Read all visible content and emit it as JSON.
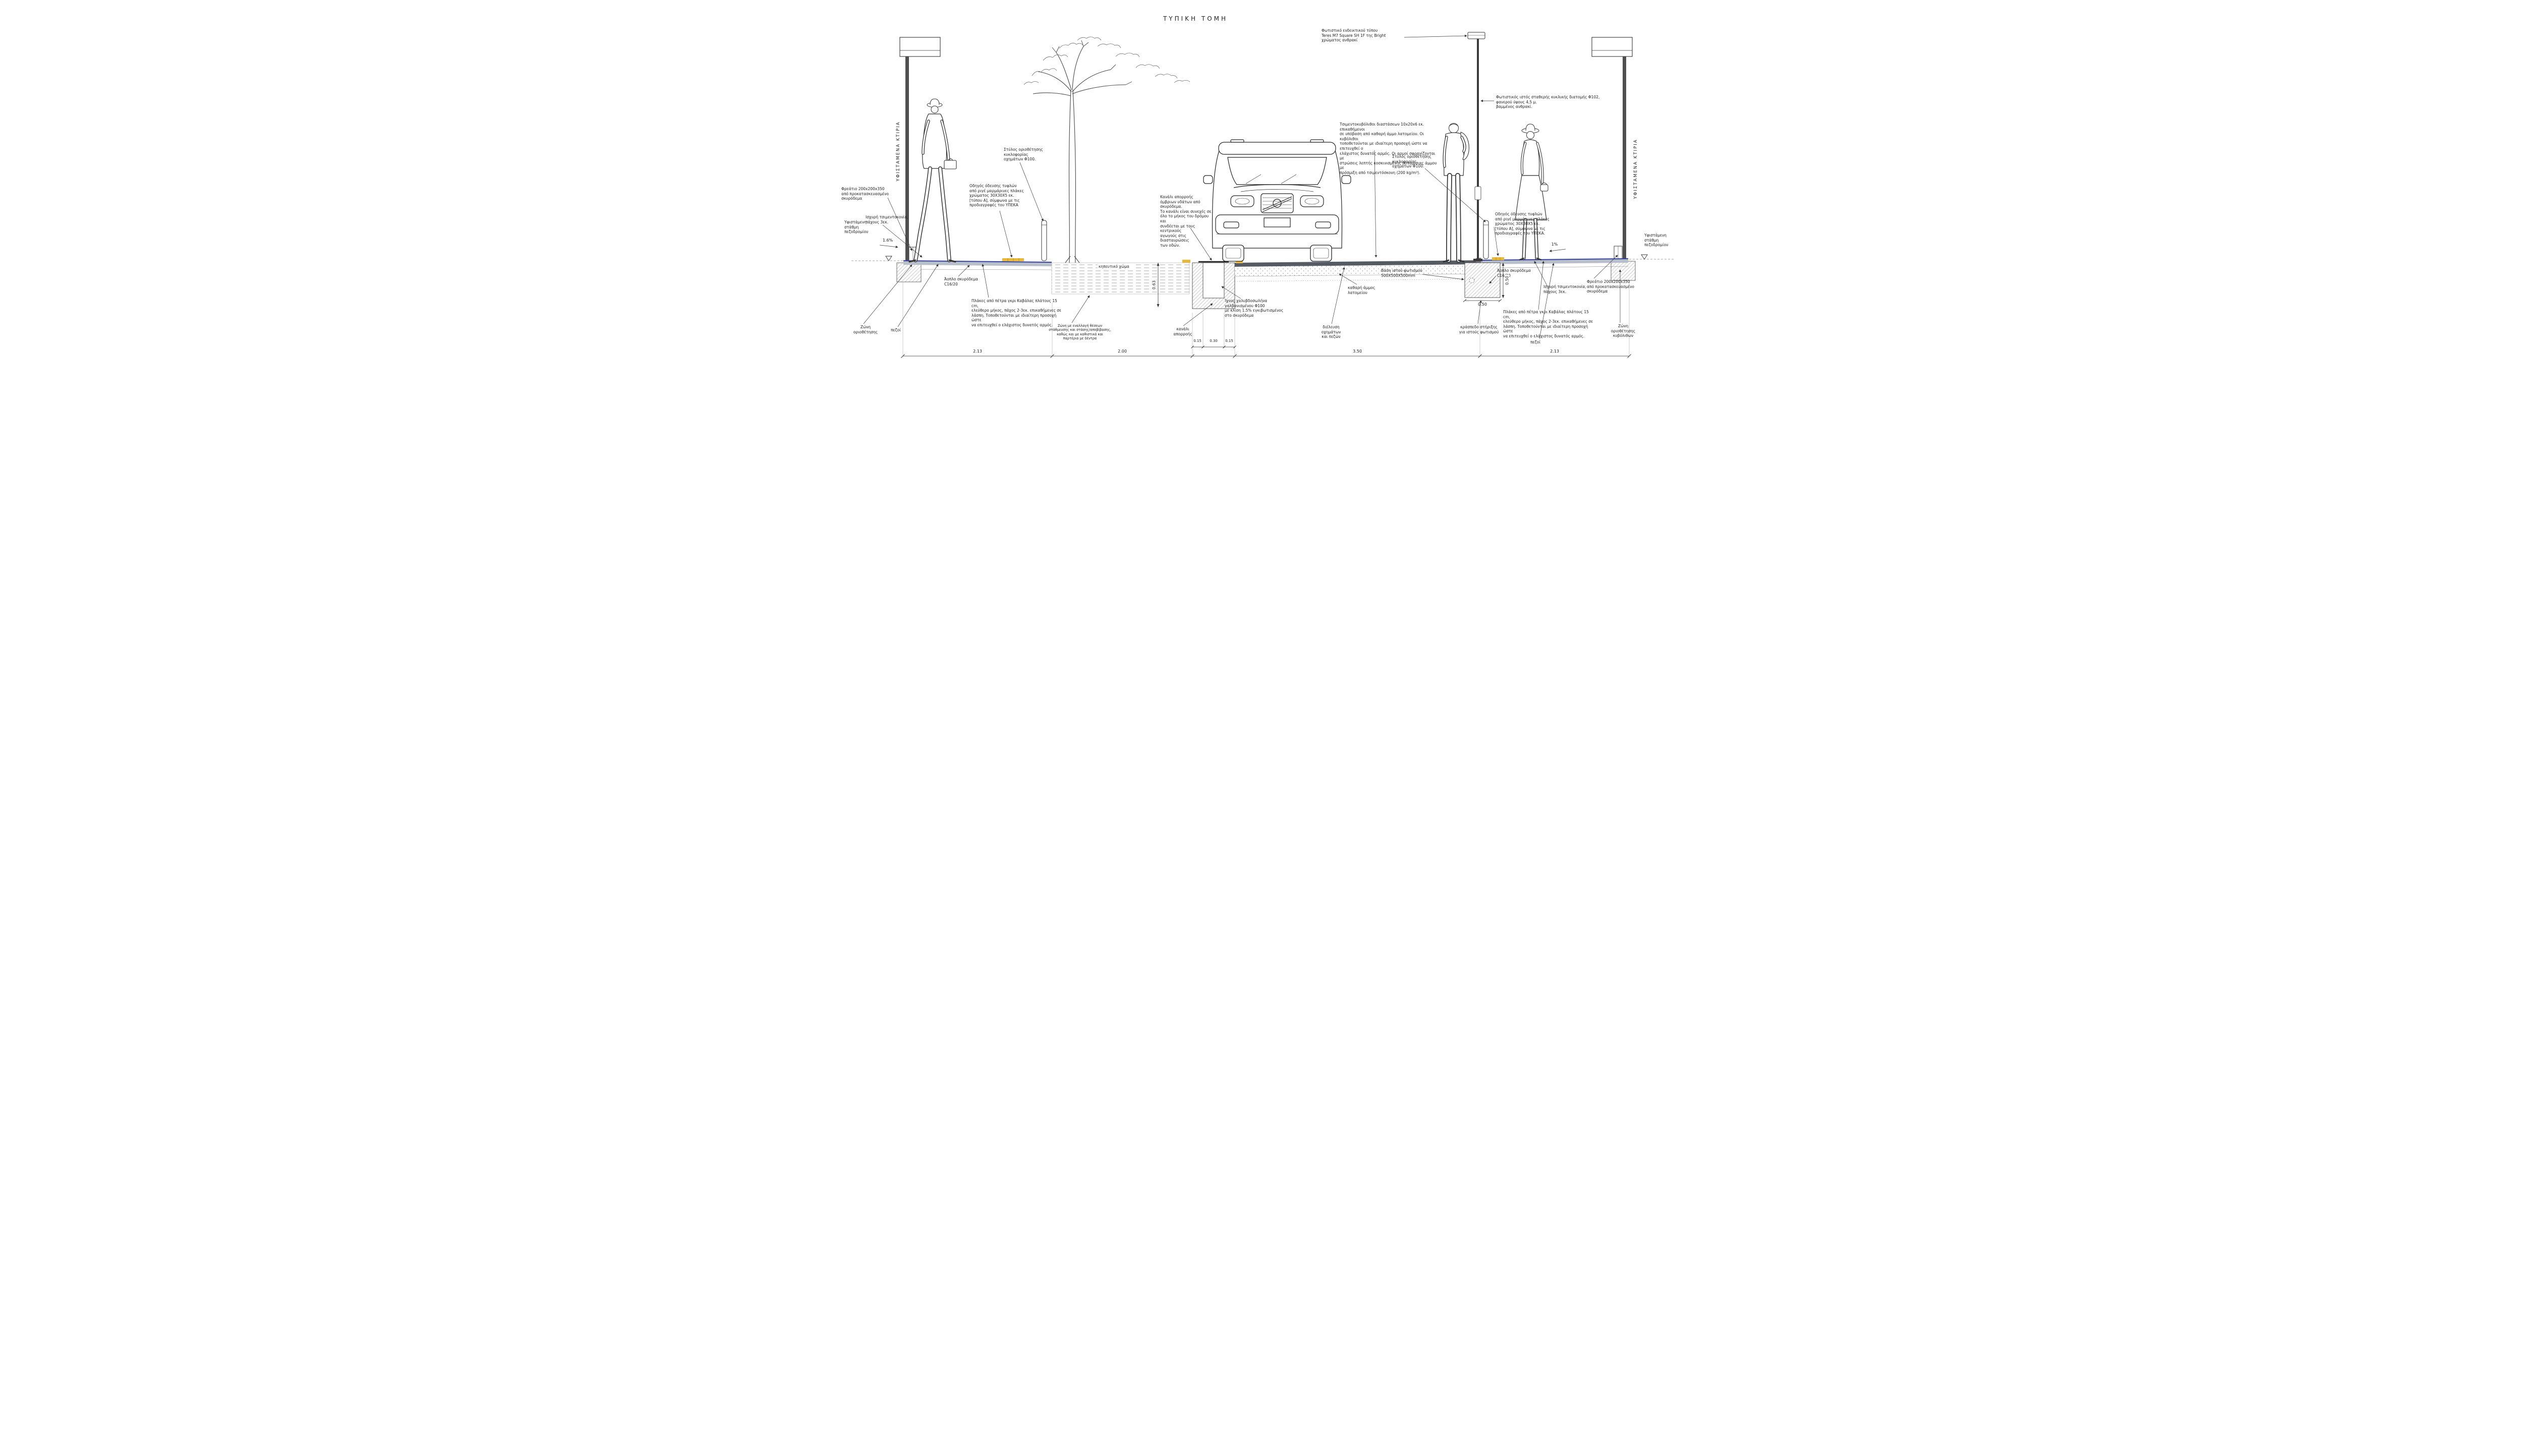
{
  "title": "ΤΥΠΙΚΗ ΤΟΜΗ",
  "buildings": {
    "left_label": "ΥΦΙΣΤΑΜΕΝΑ ΚΤΙΡΙΑ",
    "right_label": "ΥΦΙΣΤΑΜΕΝΑ ΚΤΙΡΙΑ"
  },
  "ann": {
    "level_left": "Υφιστάμενη\nστάθμη\nπεζοδρομίου",
    "manhole_left": "Φρεάτιο 200x200x350\nαπό προκατασκευασμένο\nσκυρόδεμα",
    "mortar_left": "Ισχυρή τσιμεντοκονία,\nπάχους 3εκ.",
    "bollard_left": "Στύλος οριοθέτησης\nκυκλοφορίας\nοχημάτων Φ100.",
    "tactile_left": "Οδηγός όδευσης τυφλών\nαπό ριγέ μαρμάρινες πλάκες\nχρώματος 30X30X5 εκ.\n[τύπου Α], σύμφωνα με τις\nπροδιαγραφές του ΥΠΕΚΑ",
    "concrete_left": "Άοπλο σκυρόδεμα\nC16/20",
    "slabs_left": "Πλάκες από πέτρα γκρι Καβάλας  πλάτους 15 cm,\nελεύθερο μήκος, πάχος 2-3εκ.  επικαθήμενες σε\nλάσπη. Τοποθετούνται με ιδιαίτερη προσοχή ώστε\nνα επιτευχθεί ο ελάχιστος δυνατός αρμός.",
    "zone_edge_left": "Ζώνη\nοριοθέτησης",
    "pedestrians_left": "πεζοί",
    "zone_mixed": "Ζώνη με εναλλαγή θέσεων\nστάθμευσης και στάσης/αποβίβασης,\nκαθώς και με καθιστικά και\nπαρτέρια με δέντρα",
    "soil": "κηπευτικό χώμα",
    "channel_note": "Κανάλι απορροής\nόμβριων υδάτων από\nσκυρόδεμα.\nΤο κανάλι είναι συνεχές σε\nόλο το μήκος του δρόμου και\nσυνδέεται με τους κεντρικούς\nαγωγούς στις διασταυρώσεις\nτων οδών.",
    "channel_label": "κανάλι\nαπορροής",
    "pipe_note": "Ίχνος χαλυβδοσωλήνα\nγαλβανισμένου Φ100\nμε κλίση 1.5% εγκιβωτισμένος\nστο σκυρόδεμα",
    "traffic_zone": "διέλευση\nοχημάτων\nκαι πεζών",
    "sand": "καθαρή άμμος\nλατομείου",
    "luminaire": "Φωτιστικό ενδεικτικού τύπου\nTeres M7 Square SH 1F της Bright\nχρώματος ανθρακί",
    "pole": "Φωτιστικός ιστός σταθερής  κυκλικής διατομής  Φ102,\nφανερού  ύψους  4,5  μ.\nβαμμένος ανθρακί.",
    "pavers": "Τσιμεντοκυβόλιθοι διαστάσεων 10x20x6 εκ.  επικαθήμενοι\nσε υπόβαση από καθαρή άμμο λατομείου. Οι κυβόλιθοι\nτοποθετούνται με ιδιαίτερη προσοχή ώστε να επιτευχθεί ο\nελάχιστος δυνατός αρμός. Οι αρμοί σφραγίζονται με\nστρώσεις λεπτής κοσκινισμένης ποταμίσιας άμμου με\nπρόσμιξη από τσιμεντόσκονη (200 kg/m³).",
    "bollard_right": "Στύλος οριοθέτησης\nκυκλοφορίας\nοχημάτων Φ100.",
    "tactile_right": "Οδηγός όδευσης τυφλών\nαπό ριγέ μαρμάρινες πλάκες\nχρώματος 30X30X5 εκ.\n[τύπου Α], σύμφωνα με τις\nπροδιαγραφές του ΥΠΕΚΑ.",
    "pole_base": "Βάση ιστού φωτισμού\n500X500X500mm",
    "concrete_right": "Άοπλο σκυρόδεμα\nC16/20",
    "mortar_right": "Ισχυρή τσιμεντοκονία,\nπάχους 3εκ.",
    "manhole_right": "Φρεάτιο 200x200x350\nαπό προκατασκευασμένο\nσκυρόδεμα",
    "level_right": "Υφιστάμενη\nστάθμη\nπεζοδρομίου",
    "curb": "κράσπεδο στήριξης\nγια ιστούς φωτισμού",
    "slabs_right": "Πλάκες από πέτρα γκρι Καβάλας  πλάτους 15 cm,\nελεύθερο μήκος, πάχος 2-3εκ.  επικαθήμενες σε\nλάσπη. Τοποθετούνται με ιδιαίτερη προσοχή ώστε\nνα επιτευχθεί ο ελάχιστος δυνατός αρμός.",
    "pedestrians_right": "πεζοί",
    "zone_edge_right": "Ζώνη\nοριοθέτησης\nκυβόλιθων"
  },
  "dims": {
    "span_a": "2.13",
    "span_b": "2.00",
    "span_c": "3.50",
    "span_d": "2.13",
    "ch_a": "0.15",
    "ch_b": "0.30",
    "ch_c": "0.15",
    "depth": "0.63",
    "base_w": "0.50",
    "base_h": "0.50",
    "slope_left": "1.6%",
    "slope_right": "1%"
  },
  "colors": {
    "accent_blue": "#34429e",
    "tactile_yellow": "#e6b93c",
    "road_gray": "#565b63"
  }
}
